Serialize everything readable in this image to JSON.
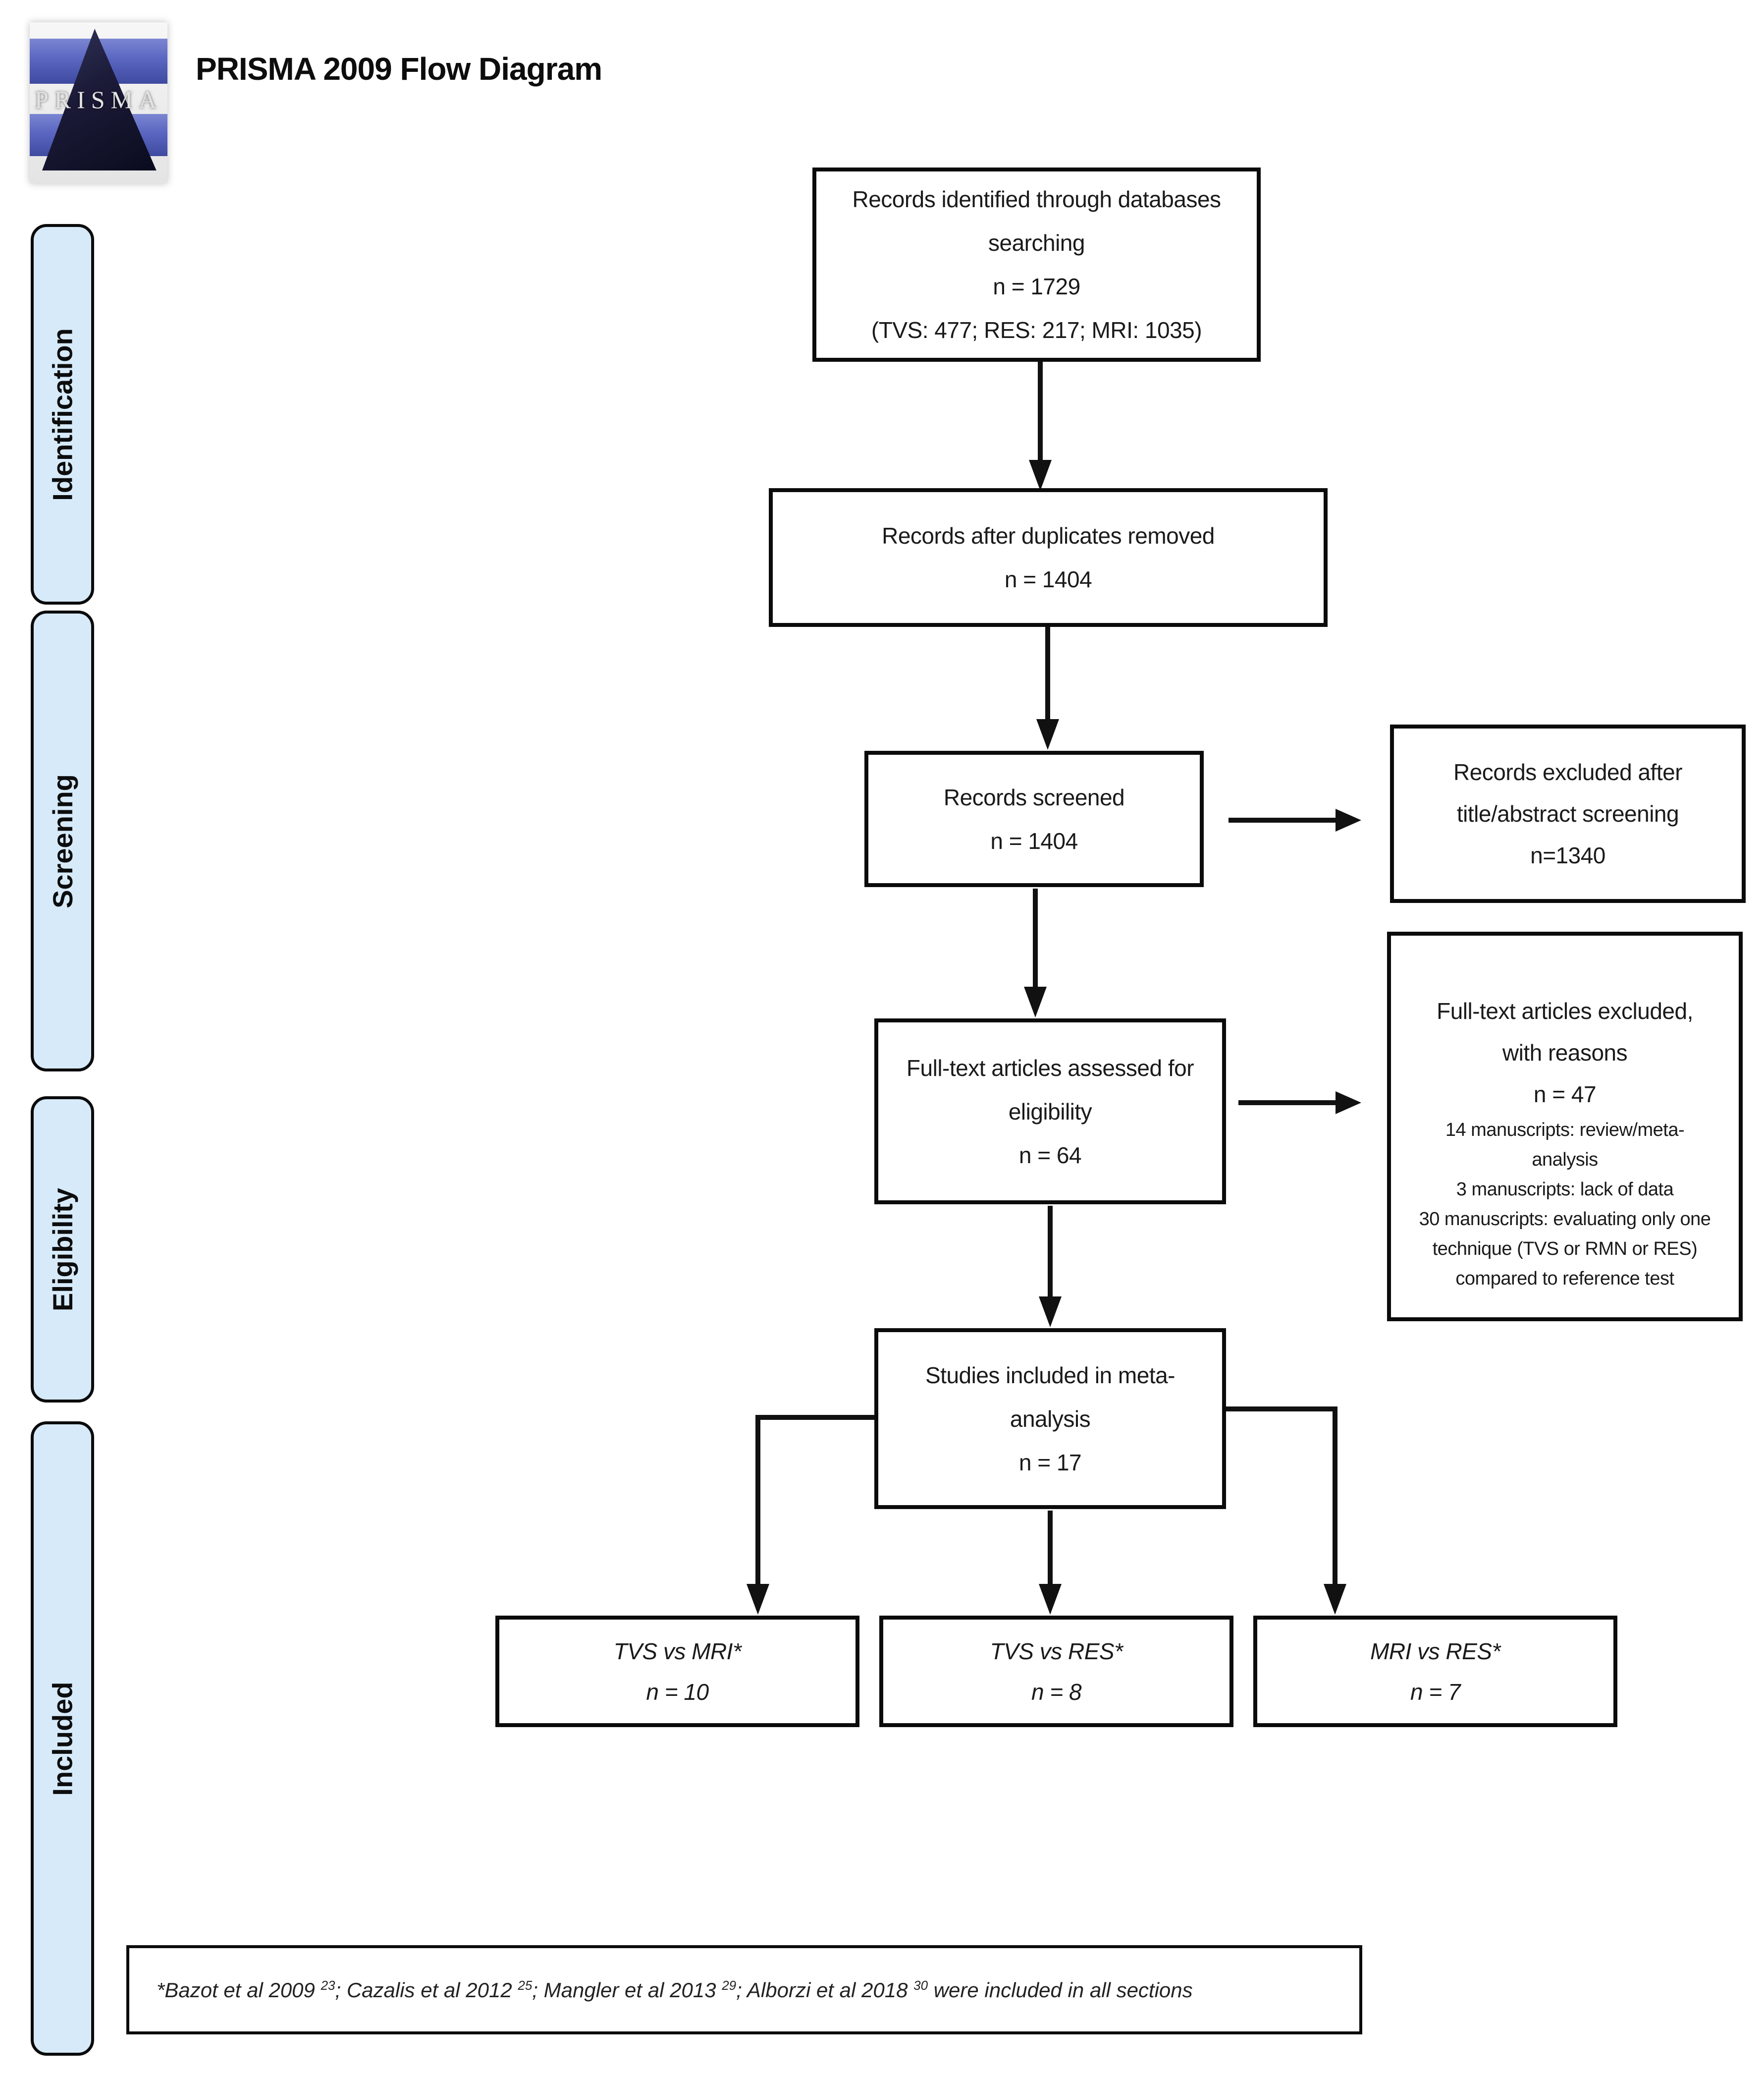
{
  "header": {
    "title": "PRISMA 2009 Flow Diagram"
  },
  "logo": {
    "text": "PRISMA"
  },
  "sidebar": {
    "labels": [
      "Identification",
      "Screening",
      "Eligibility",
      "Included"
    ]
  },
  "boxes": {
    "identified": {
      "lines": [
        "Records identified through databases",
        "searching",
        "n = 1729",
        "(TVS: 477; RES: 217; MRI: 1035)"
      ]
    },
    "duplicates": {
      "lines": [
        "Records after duplicates removed",
        "n = 1404"
      ]
    },
    "screened": {
      "lines": [
        "Records screened",
        "n = 1404"
      ]
    },
    "excluded_screening": {
      "lines": [
        "Records excluded after",
        "title/abstract screening",
        "n=1340"
      ]
    },
    "fulltext": {
      "lines": [
        "Full-text articles assessed for",
        "eligibility",
        "n = 64"
      ]
    },
    "excluded_fulltext": {
      "title_lines": [
        "Full-text articles excluded,",
        "with reasons",
        "n = 47"
      ],
      "reason_lines": [
        "14 manuscripts: review/meta-",
        "analysis",
        "3 manuscripts: lack of data",
        "30 manuscripts: evaluating only one",
        "technique (TVS or RMN or RES)",
        "compared to reference test"
      ]
    },
    "meta": {
      "lines": [
        "Studies included in meta-",
        "analysis",
        "n = 17"
      ]
    },
    "tvs_mri": {
      "lines": [
        "TVS vs MRI*",
        "n = 10"
      ]
    },
    "tvs_res": {
      "lines": [
        "TVS vs RES*",
        "n = 8"
      ]
    },
    "mri_res": {
      "lines": [
        "MRI vs RES*",
        "n = 7"
      ]
    }
  },
  "footnote": {
    "p1": "*Bazot et al 2009 ",
    "s1": "23",
    "p2": "; Cazalis et al 2012 ",
    "s2": "25",
    "p3": "; Mangler et al 2013 ",
    "s3": "29",
    "p4": "; Alborzi et al 2018 ",
    "s4": "30",
    "p5": " were included in all sections"
  },
  "colors": {
    "sidebar_fill": "#d6eafa",
    "box_border": "#0b0b0b",
    "logo_blue": "#5a66c0",
    "logo_pyramid": "#14142c",
    "arrow": "#111111"
  }
}
